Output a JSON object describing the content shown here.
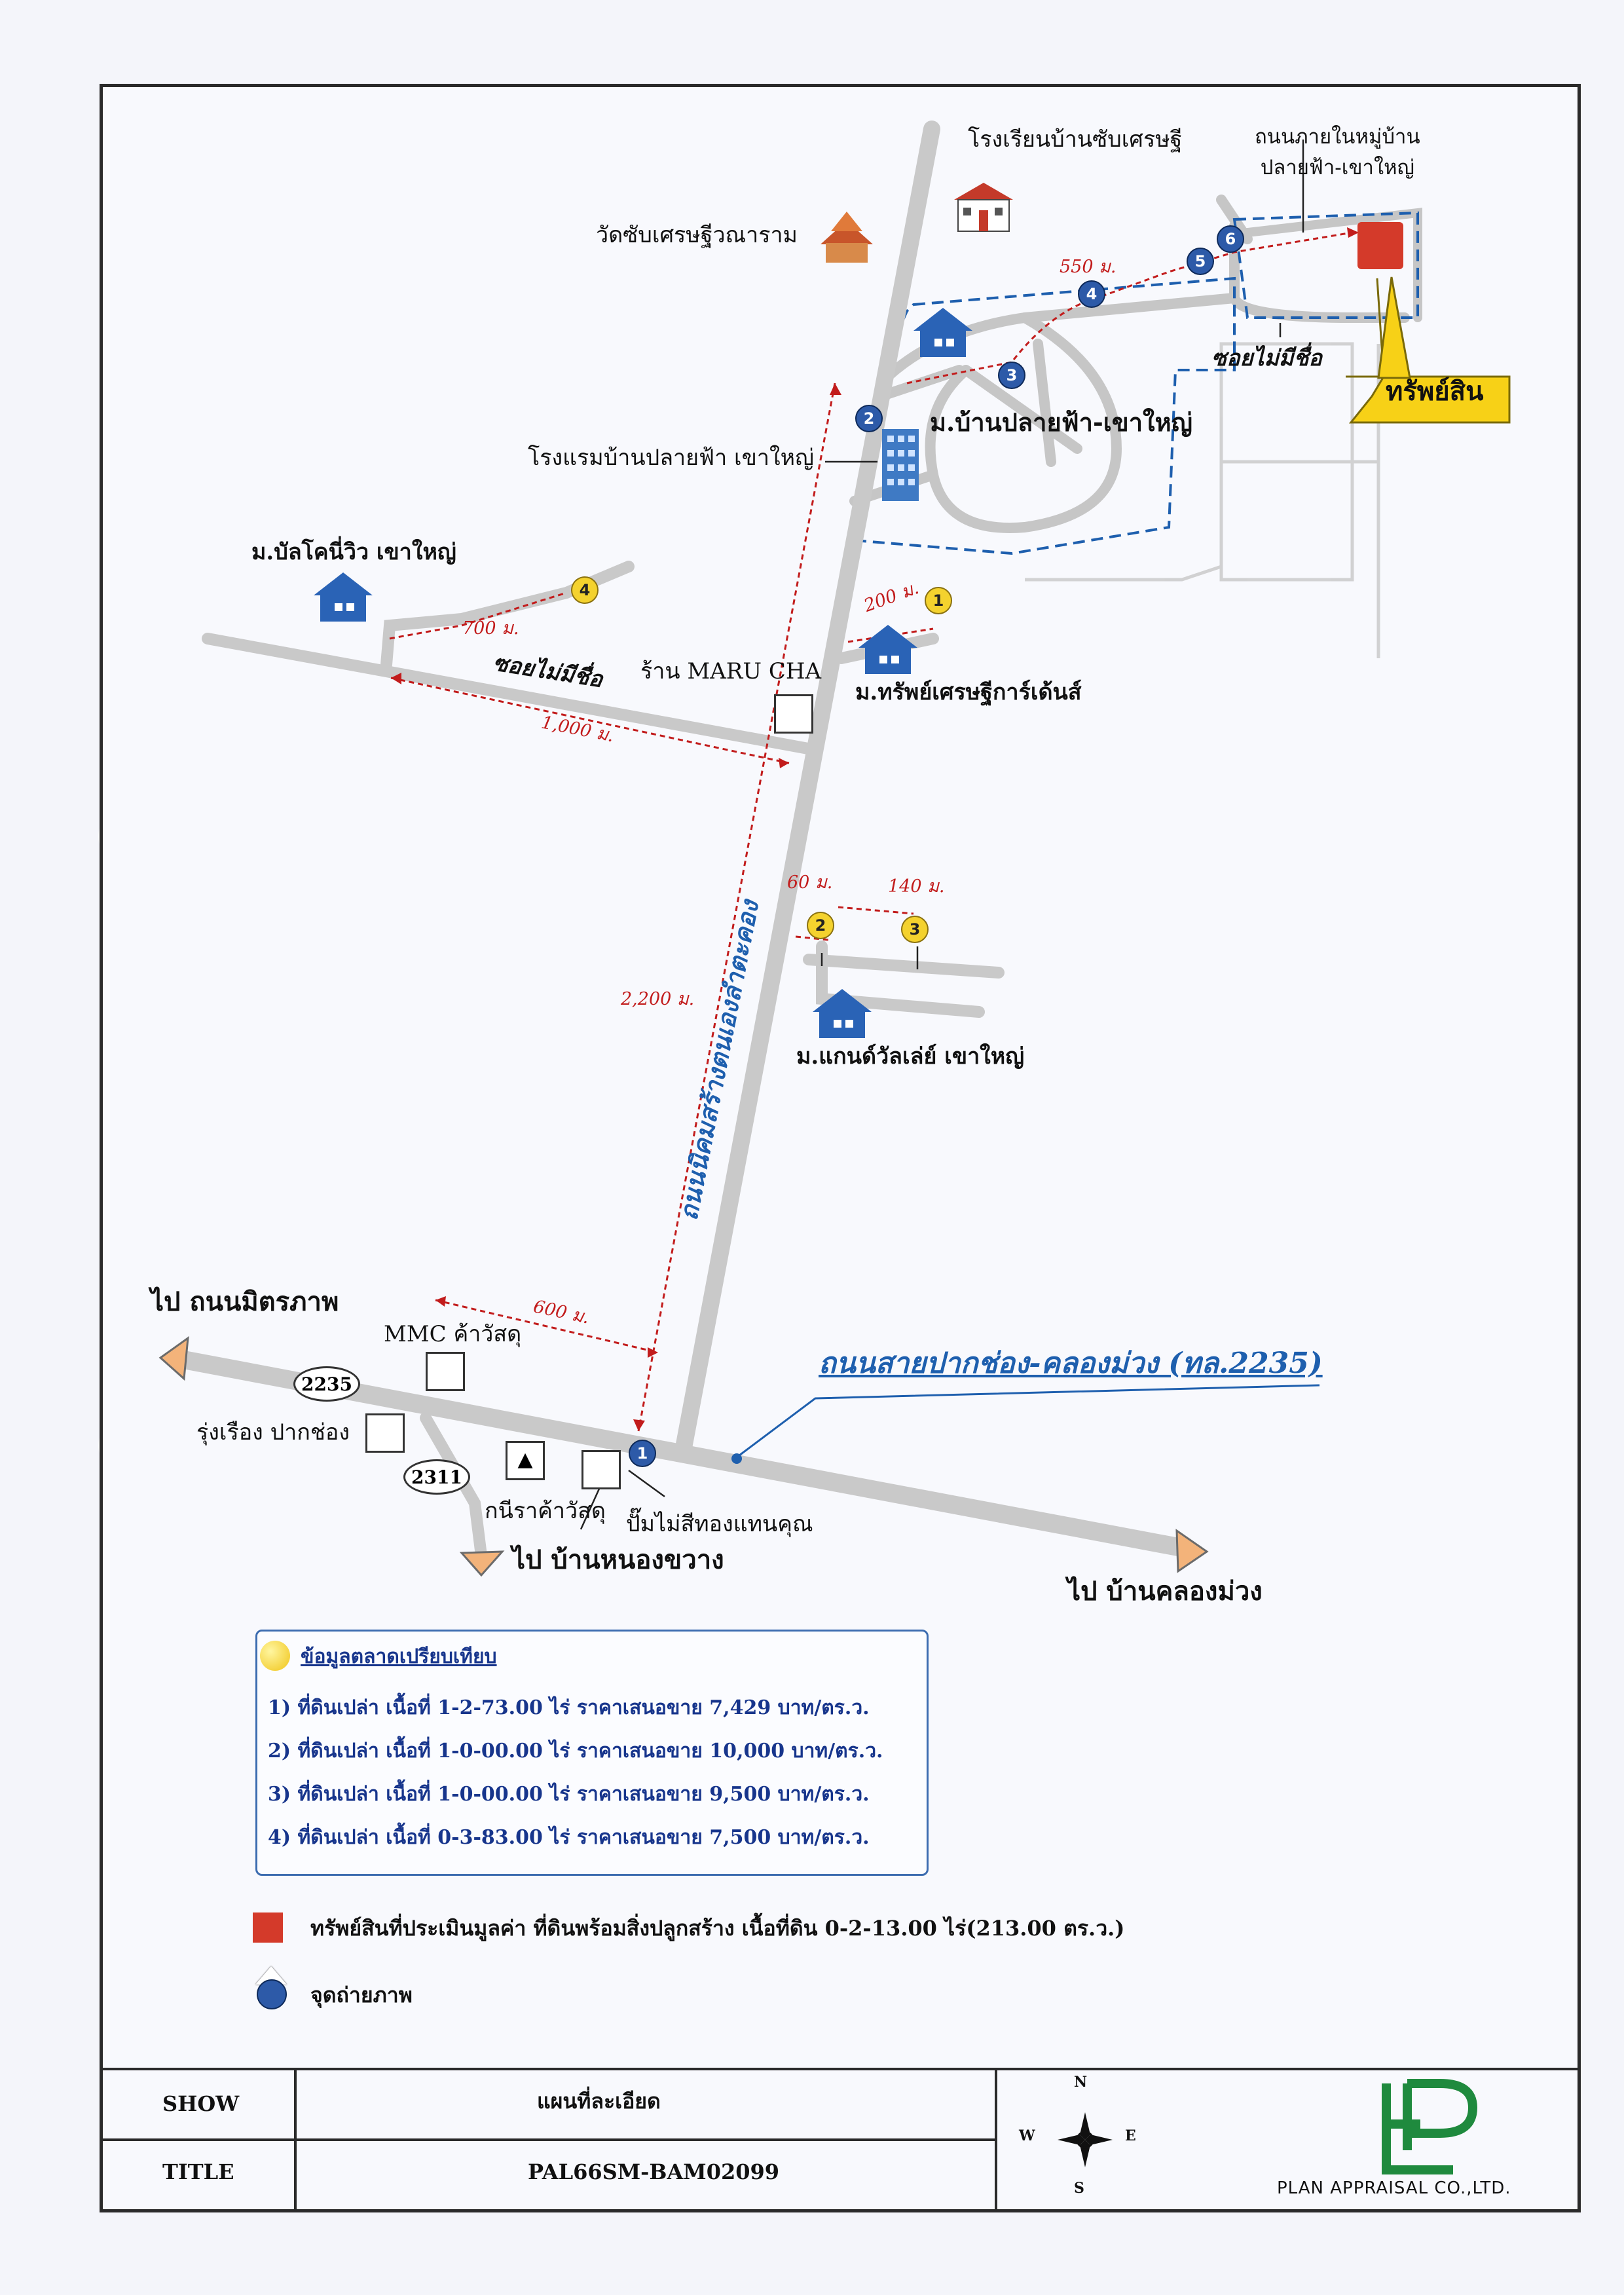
{
  "map": {
    "places": {
      "school": "โรงเรียนบ้านซับเศรษฐี",
      "temple": "วัดซับเศรษฐีวณาราม",
      "village_road": "ถนนภายในหมู่บ้าน\nปลายฟ้า-เขาใหญ่",
      "soi_right": "ซอยไม่มีชื่อ",
      "property_tag": "ทรัพย์สิน",
      "village_plaifa": "ม.บ้านปลายฟ้า-เขาใหญ่",
      "hotel": "โรงแรมบ้านปลายฟ้า เขาใหญ่",
      "village_balcony": "ม.บัลโคนี่วิว เขาใหญ่",
      "soi_left": "ซอยไม่มีชื่อ",
      "shop_maru": "ร้าน MARU CHA",
      "village_sapsetthi": "ม.ทรัพย์เศรษฐีการ์เด้นส์",
      "village_grand": "ม.แกนด์วัลเล่ย์ เขาใหญ่",
      "main_road_vertical": "ถนนนิคมสร้างตนเองลำตะคอง",
      "main_road_horizontal": "ถนนสายปากช่อง-คลองม่วง (ทล.2235)",
      "to_mittraphap": "ไป ถนนมิตรภาพ",
      "to_nongkhwang": "ไป บ้านหนองขวาง",
      "to_khlongmuang": "ไป บ้านคลองม่วง",
      "shop_mmc": "MMC ค้าวัสดุ",
      "shop_rungruang": "รุ่งเรือง ปากช่อง",
      "shop_kanni": "กนีราค้าวัสดุ",
      "gas_station": "ปั๊มไม่สีทองแทนคุณ"
    },
    "route_codes": {
      "r2235": "2235",
      "r2311": "2311"
    },
    "distances": {
      "d550": "550 ม.",
      "d200": "200 ม.",
      "d700": "700 ม.",
      "d1000": "1,000 ม.",
      "d60": "60 ม.",
      "d140": "140 ม.",
      "d2200": "2,200 ม.",
      "d600": "600 ม."
    },
    "market_pins": [
      "1",
      "2",
      "3",
      "4"
    ],
    "photo_pins": [
      "1",
      "2",
      "3",
      "4",
      "5",
      "6"
    ],
    "colors": {
      "road": "#c9c9c9",
      "road_edge": "#9a9a9a",
      "route_line": "#c21c1c",
      "boundary": "#1e5fae",
      "property": "#d43a2a",
      "market_pin": "#f4d22e",
      "photo_pin": "#2d5aa8",
      "callout": "#f7d117"
    }
  },
  "legend": {
    "title": "ข้อมูลตลาดเปรียบเทียบ",
    "items": [
      "1) ที่ดินเปล่า เนื้อที่ 1-2-73.00 ไร่ ราคาเสนอขาย 7,429 บาท/ตร.ว.",
      "2) ที่ดินเปล่า เนื้อที่ 1-0-00.00 ไร่ ราคาเสนอขาย 10,000 บาท/ตร.ว.",
      "3) ที่ดินเปล่า เนื้อที่ 1-0-00.00 ไร่ ราคาเสนอขาย 9,500 บาท/ตร.ว.",
      "4) ที่ดินเปล่า เนื้อที่ 0-3-83.00 ไร่ ราคาเสนอขาย 7,500 บาท/ตร.ว."
    ],
    "property_note": "ทรัพย์สินที่ประเมินมูลค่า ที่ดินพร้อมสิ่งปลูกสร้าง เนื้อที่ดิน 0-2-13.00 ไร่(213.00 ตร.ว.)",
    "photo_note": "จุดถ่ายภาพ"
  },
  "title_block": {
    "show_label": "SHOW",
    "show_value": "แผนที่ละเอียด",
    "title_label": "TITLE",
    "title_value": "PAL66SM-BAM02099",
    "company": "PLAN APPRAISAL CO.,LTD.",
    "compass": {
      "n": "N",
      "s": "S",
      "e": "E",
      "w": "W"
    }
  }
}
